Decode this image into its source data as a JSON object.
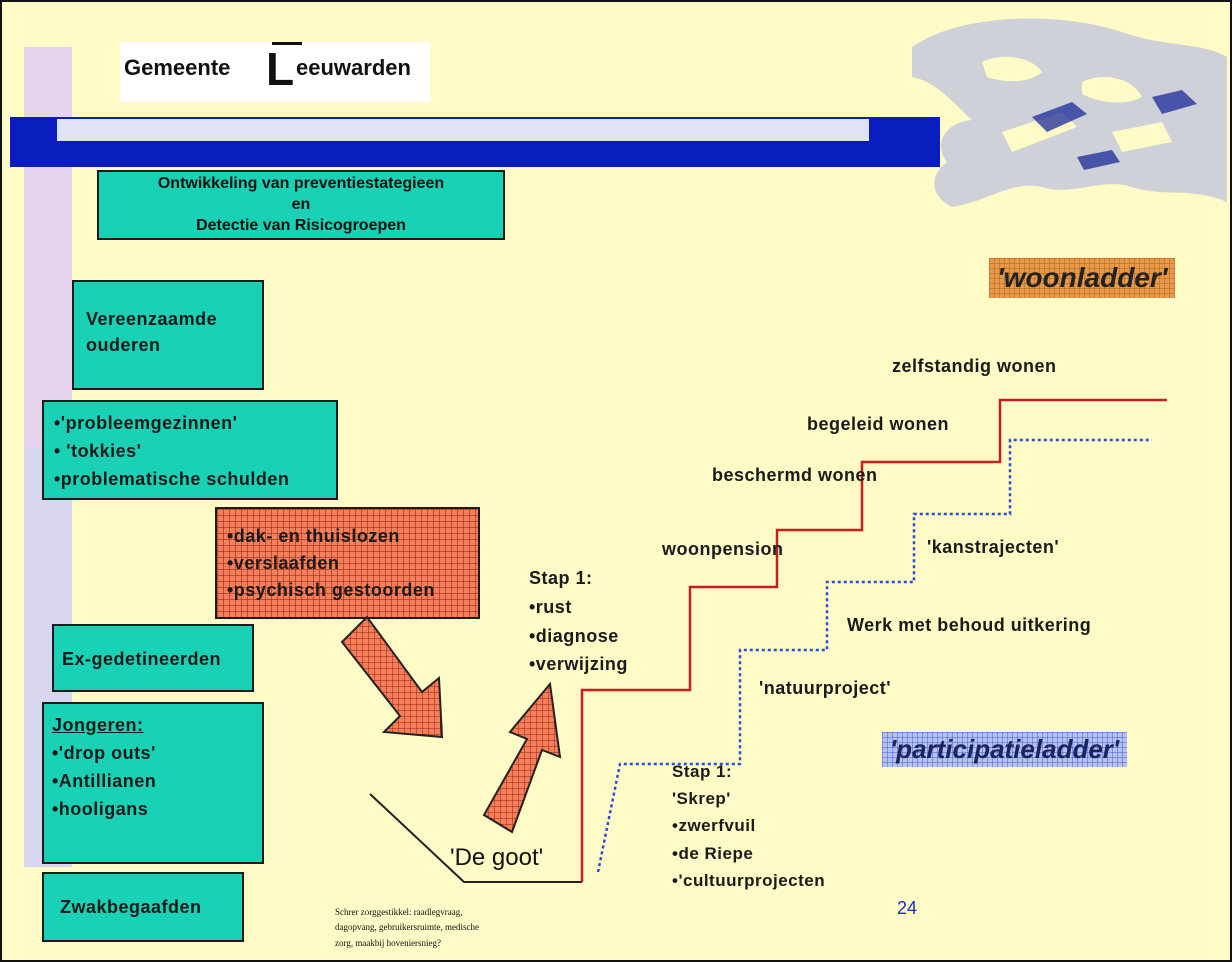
{
  "logo": {
    "prefix": "Gemeente ",
    "initial": "L",
    "rest": "eeuwarden"
  },
  "title_box": {
    "line1": "Ontwikkeling van preventiestategieen",
    "line2": "en",
    "line3": "Detectie van Risicogroepen"
  },
  "groups": {
    "vereenzaamde": [
      "Vereenzaamde",
      "ouderen"
    ],
    "probleem": [
      "•'probleemgezinnen'",
      "• 'tokkies'",
      "•problematische schulden"
    ],
    "dakloos": [
      "•dak- en thuislozen",
      "•verslaafden",
      "•psychisch gestoorden"
    ],
    "exgedetineerden": "Ex-gedetineerden",
    "jongeren": {
      "heading": "Jongeren:",
      "items": [
        "•'drop outs'",
        "•Antillianen",
        "•hooligans"
      ]
    },
    "zwakbegaafden": "Zwakbegaafden"
  },
  "de_goot": "'De goot'",
  "stap1_top": {
    "title": "Stap 1:",
    "items": [
      "•rust",
      "•diagnose",
      "•verwijzing"
    ]
  },
  "stap1_bottom": {
    "title": "Stap 1:",
    "items": [
      "'Skrep'",
      "•zwerfvuil",
      "•de Riepe",
      "•'cultuurprojecten"
    ]
  },
  "woonladder": {
    "label": "'woonladder'",
    "steps": [
      "woonpension",
      "beschermd wonen",
      "begeleid wonen",
      "zelfstandig wonen"
    ]
  },
  "participatieladder": {
    "label": "'participatieladder'",
    "steps": [
      "'natuurproject'",
      "Werk met behoud uitkering",
      "'kanstrajecten'"
    ]
  },
  "footnote": [
    "Schrer zorggestikkel: raadlegvraag,",
    "dagopvang, gebruikersruimte, medische",
    "zorg, maakbij hoveniersnieg?"
  ],
  "page_number": "24",
  "colors": {
    "background": "#fefbc6",
    "teal": "#19d1b4",
    "stripe": "#0a1ec0",
    "woon_line": "#c81e1e",
    "part_line": "#2b4ad8",
    "orange": "#f2805a"
  }
}
